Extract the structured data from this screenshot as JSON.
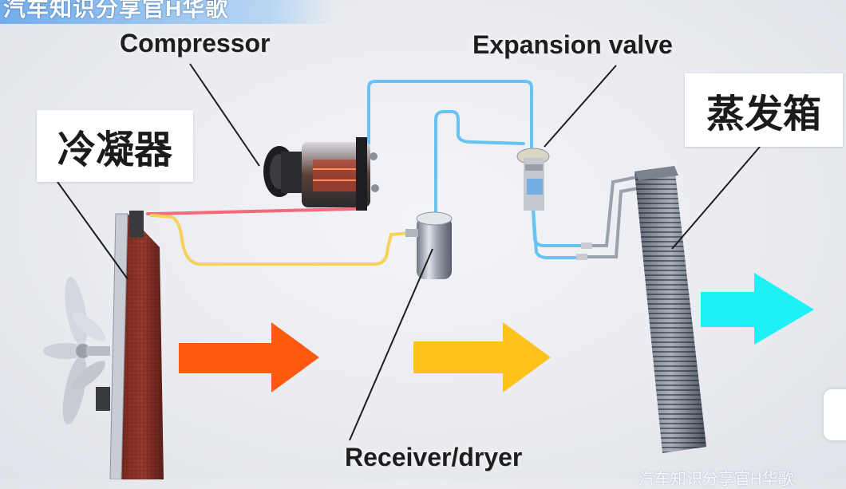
{
  "banner": {
    "text": "汽车知识分享官H华歌"
  },
  "labels": {
    "compressor": "Compressor",
    "expansion_valve": "Expansion valve",
    "receiver_dryer": "Receiver/dryer",
    "condenser": "冷凝器",
    "evaporator": "蒸发箱"
  },
  "watermark": "汽车知识分享官H华歌",
  "colors": {
    "high_pressure_gas": "#f36b7b",
    "high_pressure_liquid": "#f7d25a",
    "low_pressure": "#67c4f2",
    "arrow_hot": "#ff5a10",
    "arrow_warm": "#ffc21a",
    "arrow_cool": "#1ff0f5"
  }
}
